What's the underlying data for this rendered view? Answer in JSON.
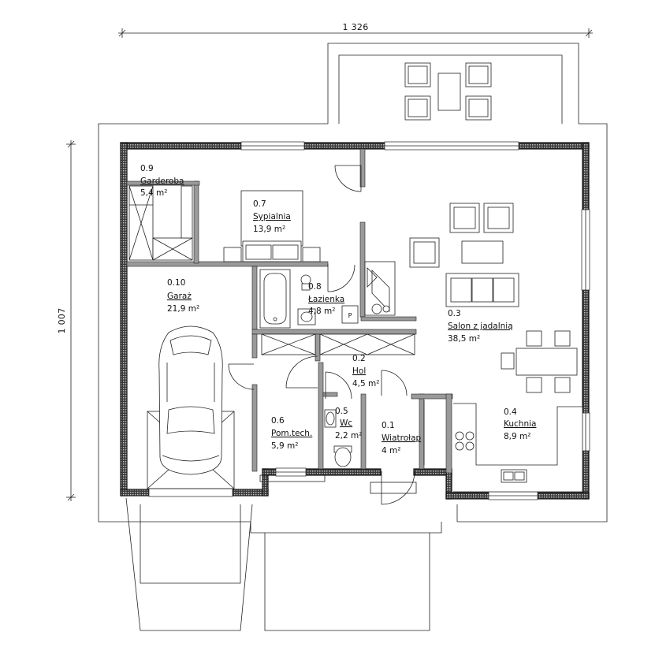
{
  "dimensions": {
    "width_label": "1 326",
    "height_label": "1 007"
  },
  "rooms": [
    {
      "id": "garderoba",
      "number": "0.9",
      "name": "Garderoba",
      "area": "5,4 m²"
    },
    {
      "id": "sypialnia",
      "number": "0.7",
      "name": "Sypialnia",
      "area": "13,9 m²"
    },
    {
      "id": "lazienka",
      "number": "0.8",
      "name": "Łazienka",
      "area": "4,8 m²"
    },
    {
      "id": "garaz",
      "number": "0.10",
      "name": "Garaż",
      "area": "21,9 m²"
    },
    {
      "id": "salon",
      "number": "0.3",
      "name": "Salon z jadalnią",
      "area": "38,5 m²"
    },
    {
      "id": "hol",
      "number": "0.2",
      "name": "Hol",
      "area": "4,5 m²"
    },
    {
      "id": "pomtech",
      "number": "0.6",
      "name": "Pom.tech.",
      "area": "5,9 m²"
    },
    {
      "id": "wc",
      "number": "0.5",
      "name": "Wc",
      "area": "2,2 m²"
    },
    {
      "id": "wiatrolap",
      "number": "0.1",
      "name": "Wiatrołap",
      "area": "4 m²"
    },
    {
      "id": "kuchnia",
      "number": "0.4",
      "name": "Kuchnia",
      "area": "8,9 m²"
    }
  ],
  "symbols": {
    "boiler_mark": "P"
  }
}
